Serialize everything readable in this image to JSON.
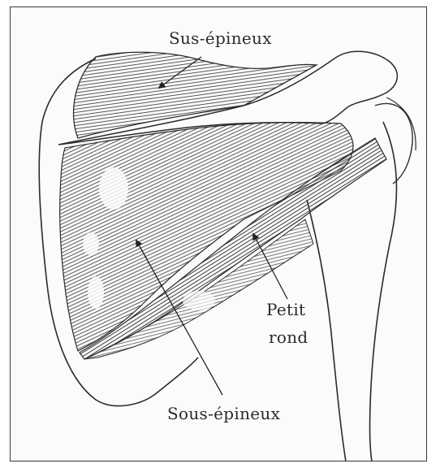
{
  "labels": {
    "supraspinatus": "Sus-épineux",
    "teres_minor_line1": "Petit",
    "teres_minor_line2": "rond",
    "infraspinatus": "Sous-épineux"
  },
  "colors": {
    "ink": "#2b2b2b",
    "paper": "#fbfbfa",
    "frame": "#3a3a3a"
  }
}
